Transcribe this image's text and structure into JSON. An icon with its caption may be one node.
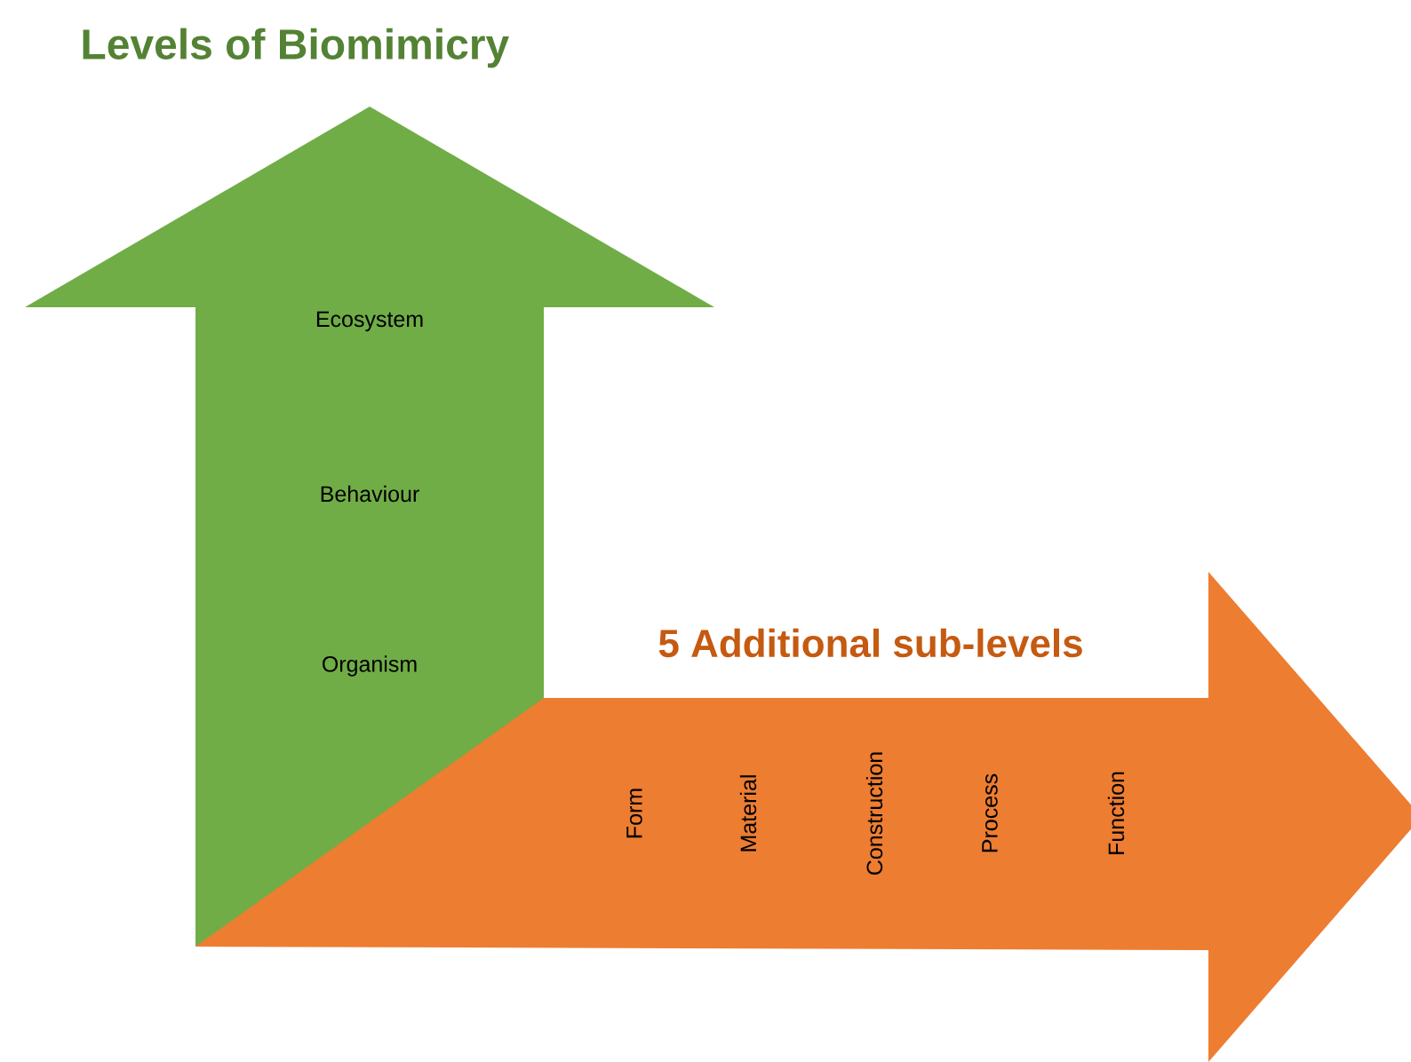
{
  "diagram": {
    "title": "Levels of Biomimicry",
    "nodes": [
      {
        "text": [
          "Ecosystem",
          "Behaviour",
          "Organism"
        ]
      },
      {
        "text": [
          "5 Additional sub-levels",
          "Form",
          "Material",
          "Construction",
          "Process",
          "Function"
        ]
      }
    ]
  }
}
